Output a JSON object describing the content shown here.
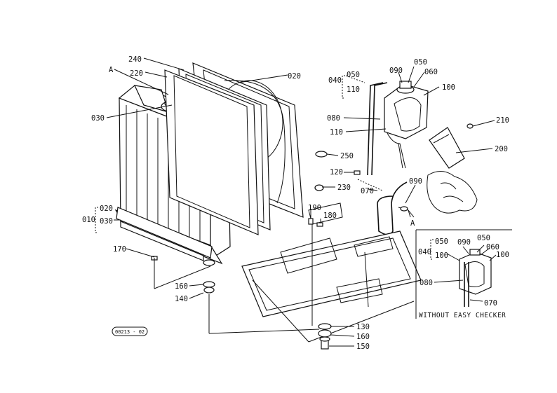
{
  "labels": {
    "l240": "240",
    "l220": "220",
    "lA1": "A",
    "l030": "030",
    "l020_top": "020",
    "l250": "250",
    "l230": "230",
    "l020_left": "020",
    "l010": "010",
    "l030_left": "030",
    "l170": "170",
    "l160_left": "160",
    "l140": "140",
    "l190": "190",
    "l180": "180",
    "l120": "120",
    "l070": "070",
    "l090_mid": "090",
    "lA2": "A",
    "l130": "130",
    "l160_bottom": "160",
    "l150": "150",
    "l040": "040",
    "l050": "050",
    "l110_top": "110",
    "l080": "080",
    "l110_mid": "110",
    "l090_top": "090",
    "l050_top": "050",
    "l060": "060",
    "l100": "100",
    "l210": "210",
    "l200": "200",
    "i040": "040",
    "i050": "050",
    "i100a": "100",
    "i090": "090",
    "i050b": "050",
    "i060": "060",
    "i100b": "100",
    "i080": "080",
    "i070": "070",
    "inset_caption": "WITHOUT EASY CHECKER",
    "figure_code": "00213 - 02"
  }
}
